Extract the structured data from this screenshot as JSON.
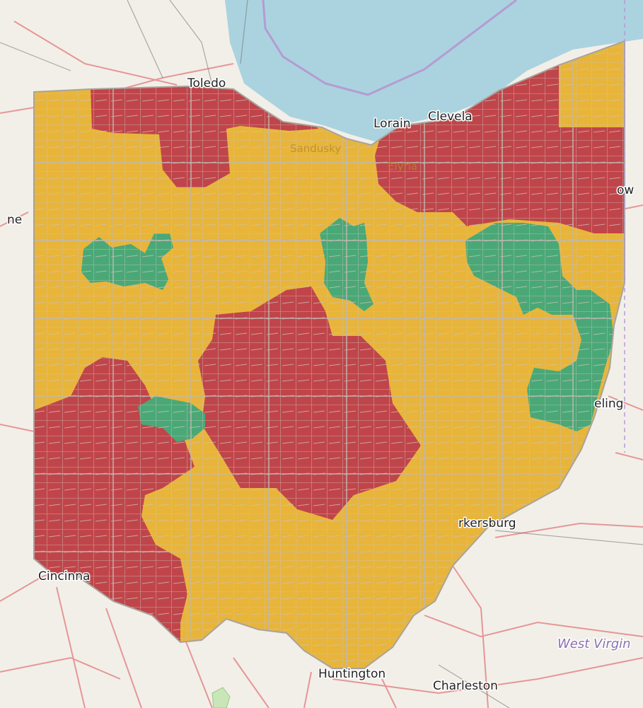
{
  "map": {
    "cities": {
      "toledo": "Toledo",
      "lorain": "Lorain",
      "cleveland": "Clevela",
      "cincinnati": "Cincinna",
      "parkersburg": "rkersburg",
      "wheeling": "eling",
      "huntington": "Huntington",
      "charleston": "Charleston",
      "edge_left": "ne",
      "edge_right": "ow",
      "sandusky": "Sandusky",
      "elyria": "Elyria"
    },
    "state_labels": {
      "west_virginia": "West Virgin"
    },
    "colors": {
      "red": "#c0454a",
      "yellow": "#e8b53a",
      "green": "#4aa877",
      "lake": "#aad3df",
      "land": "#f2efe9",
      "boundary": "#c4bdb5"
    }
  }
}
